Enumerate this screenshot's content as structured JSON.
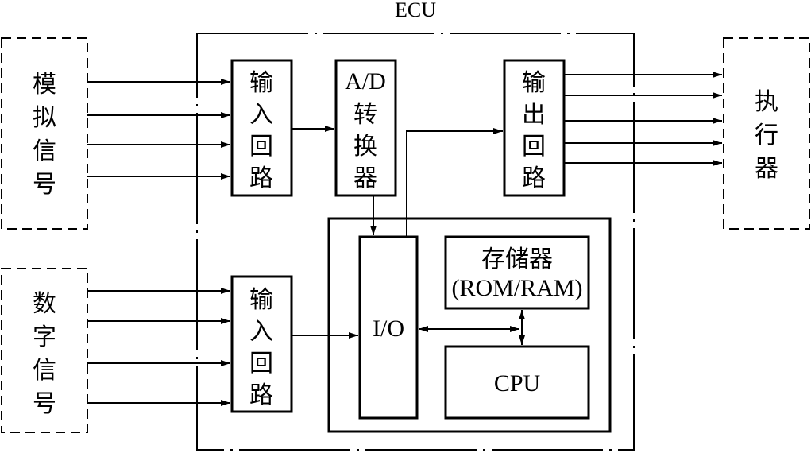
{
  "ecu_title": "ECU",
  "analog_signal": [
    "模",
    "拟",
    "信",
    "号"
  ],
  "digital_signal": [
    "数",
    "字",
    "信",
    "号"
  ],
  "input_circuit_top": [
    "输",
    "入",
    "回",
    "路"
  ],
  "input_circuit_bottom": [
    "输",
    "入",
    "回",
    "路"
  ],
  "ad_converter": [
    "A/D",
    "转",
    "换",
    "器"
  ],
  "output_circuit": [
    "输",
    "出",
    "回",
    "路"
  ],
  "actuator": [
    "执",
    "行",
    "器"
  ],
  "io": "I/O",
  "memory": [
    "存储器",
    "(ROM/RAM)"
  ],
  "cpu": "CPU",
  "colors": {
    "stroke": "#000000",
    "background": "#ffffff"
  }
}
